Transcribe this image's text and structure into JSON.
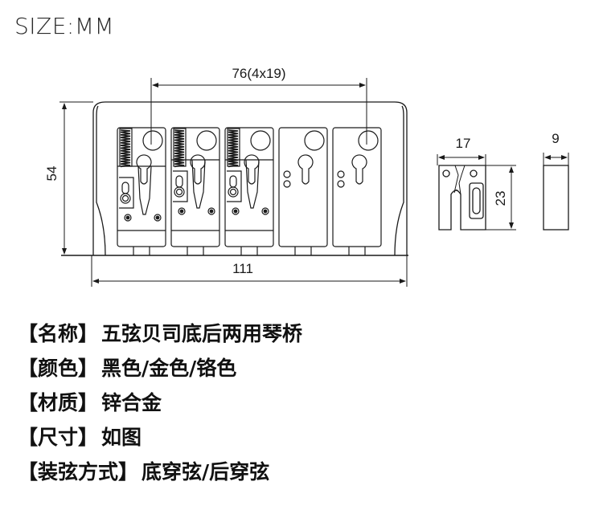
{
  "header": {
    "size_label": "SIZE:MM"
  },
  "drawing": {
    "front_view": {
      "dim_string_spacing": "76(4x19)",
      "dim_height": "54",
      "dim_width": "111",
      "saddle_count": 5
    },
    "saddle_view": {
      "dim_width": "17",
      "dim_height": "23"
    },
    "side_view": {
      "dim_width": "9"
    },
    "line_color": "#1a1a1a"
  },
  "specs": [
    {
      "key": "【名称】",
      "value": "五弦贝司底后两用琴桥"
    },
    {
      "key": "【颜色】",
      "value": "黑色/金色/铬色"
    },
    {
      "key": "【材质】",
      "value": "锌合金"
    },
    {
      "key": "【尺寸】",
      "value": "如图"
    },
    {
      "key": "【装弦方式】",
      "value": "底穿弦/后穿弦"
    }
  ]
}
